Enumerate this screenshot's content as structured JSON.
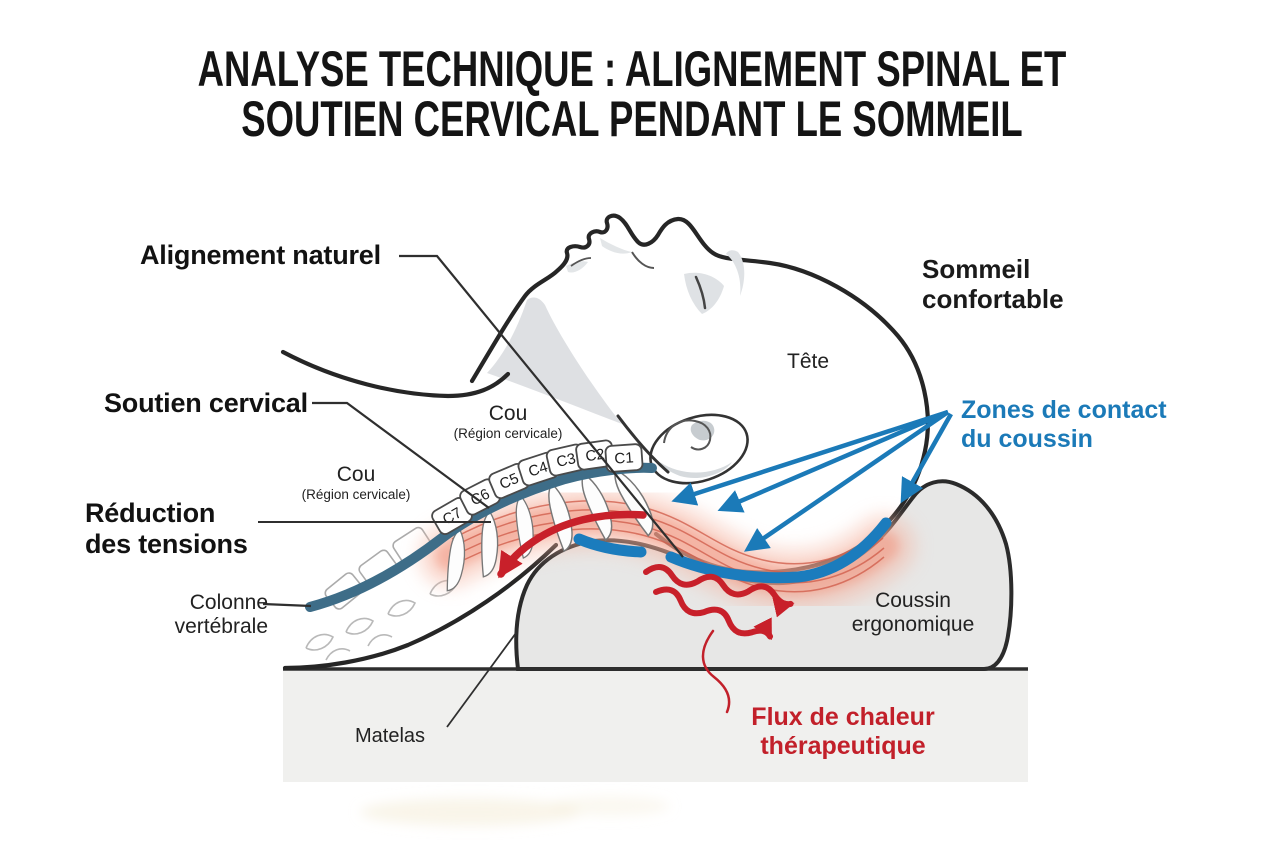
{
  "title": {
    "line1": "ANALYSE TECHNIQUE : ALIGNEMENT SPINAL ET",
    "line2": "SOUTIEN CERVICAL PENDANT LE SOMMEIL"
  },
  "labels": {
    "natural_alignment": "Alignement naturel",
    "cervical_support": "Soutien cervical",
    "tension_reduction_line1": "Réduction",
    "tension_reduction_line2": "des tensions",
    "spine_line1": "Colonne",
    "spine_line2": "vertébrale",
    "neck_title": "Cou",
    "neck_subtitle": "(Région cervicale)",
    "head": "Tête",
    "comfortable_sleep_line1": "Sommeil",
    "comfortable_sleep_line2": "confortable",
    "contact_zones_line1": "Zones de contact",
    "contact_zones_line2": "du coussin",
    "pillow_line1": "Coussin",
    "pillow_line2": "ergonomique",
    "mattress": "Matelas",
    "heat_flux_line1": "Flux de chaleur",
    "heat_flux_line2": "thérapeutique"
  },
  "vertebrae": [
    "C7",
    "C6",
    "C5",
    "C4",
    "C3",
    "C2",
    "C1"
  ],
  "colors": {
    "accent_blue": "#1b7ab8",
    "spine_blue": "#3e6d88",
    "alert_red": "#c8202a",
    "heat_text_red": "#c2202a",
    "pillow_gray": "#e7e7e6",
    "mattress_gray": "#f0f0ee",
    "outline_dark": "#262626",
    "text_dark": "#1a1a1a"
  }
}
